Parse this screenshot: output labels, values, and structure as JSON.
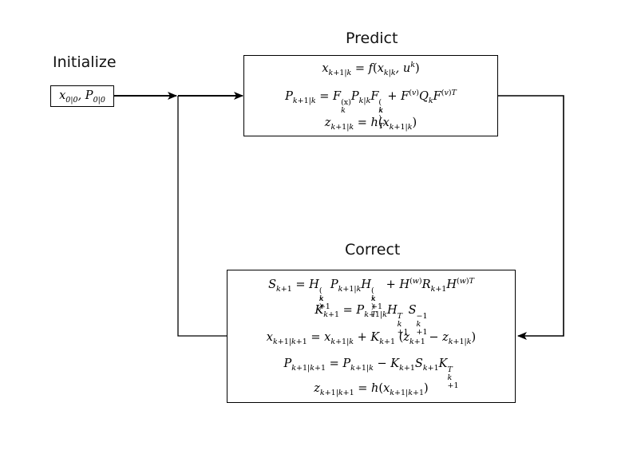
{
  "diagram": {
    "title": "Extended Kalman filter flow diagram",
    "initialize": {
      "label": "Initialize",
      "content": "x_{0|0}, P_{0|0}"
    },
    "predict": {
      "label": "Predict",
      "equations": [
        "x_{k+1|k} = f(x_{k|k}, u^k)",
        "P_{k+1|k} = F_k^{(x)} P_{k|k} F_k^{(x)T} + F^{(v)} Q_k F^{(v)T}",
        "z_{k+1|k} = h(x_{k+1|k})"
      ]
    },
    "correct": {
      "label": "Correct",
      "equations": [
        "S_{k+1} = H_{k+1}^{(x)} P_{k+1|k} H_{k+1}^{(x)T} + H^{(w)} R_{k+1} H^{(w)T}",
        "K_{k+1} = P_{k+1|k} H_{k+1}^T S_{k+1}^{-1}",
        "x_{k+1|k+1} = x_{k+1|k} + K_{k+1} (z_{k+1} - z_{k+1|k})",
        "P_{k+1|k+1} = P_{k+1|k} - K_{k+1} S_{k+1} K_{k+1}^T",
        "z_{k+1|k+1} = h(x_{k+1|k+1})"
      ]
    },
    "edges": [
      {
        "from": "initialize",
        "to": "predict"
      },
      {
        "from": "predict",
        "to": "correct"
      },
      {
        "from": "correct",
        "to": "predict"
      }
    ]
  }
}
